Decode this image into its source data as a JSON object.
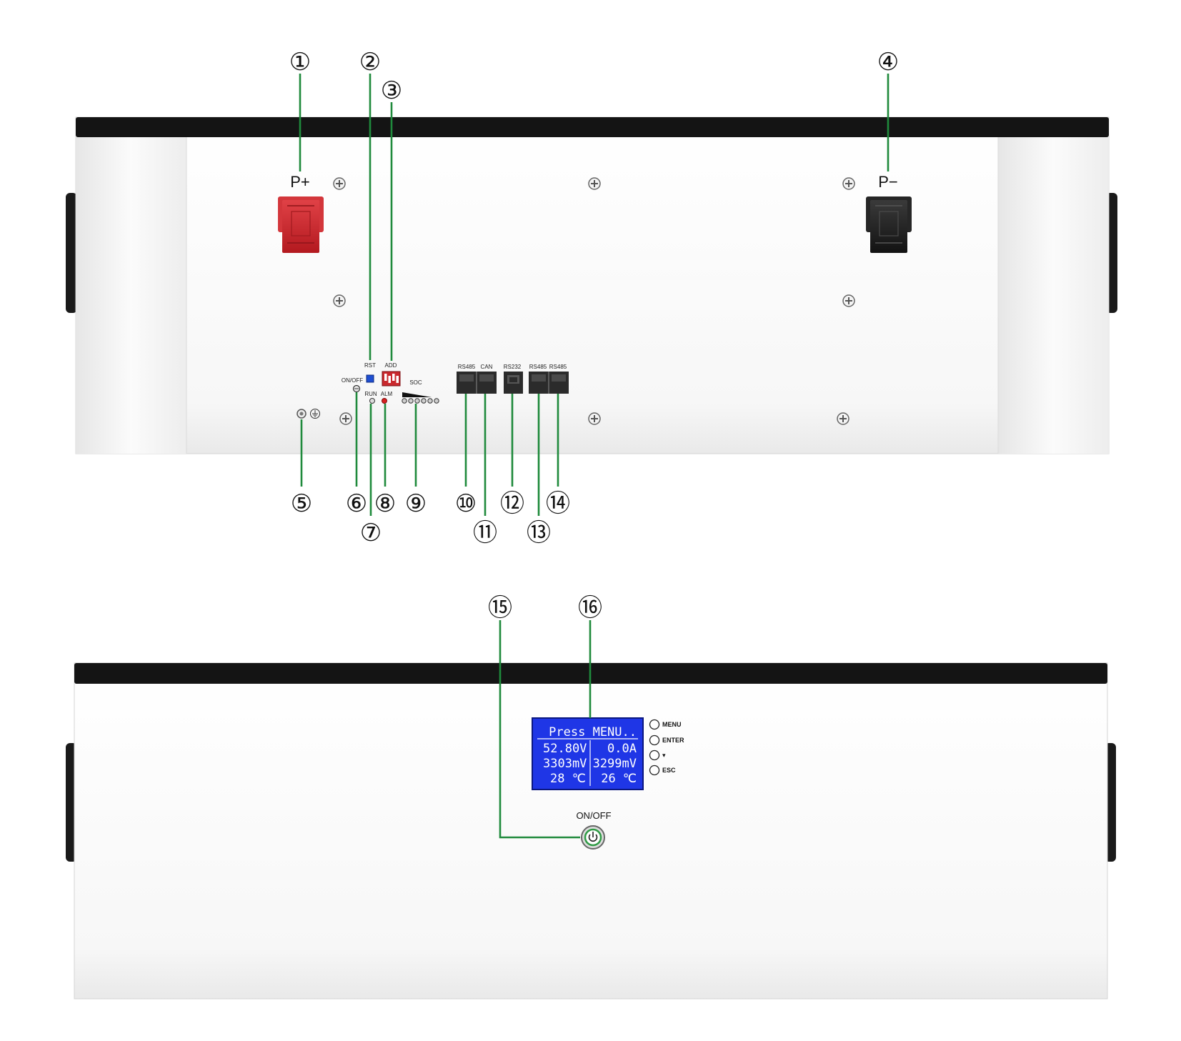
{
  "front_panel": {
    "terminals": {
      "positive_label": "P+",
      "negative_label": "P−"
    },
    "labels": {
      "rst": "RST",
      "add": "ADD",
      "on_off": "ON/OFF",
      "run": "RUN",
      "alm": "ALM",
      "soc": "SOC",
      "rs485_a": "RS485",
      "can": "CAN",
      "rs232": "RS232",
      "rs485_b": "RS485",
      "rs485_c": "RS485"
    },
    "icons": {
      "ground": "ground-icon"
    }
  },
  "display_panel": {
    "lcd": {
      "line1": "Press MENU..",
      "rows": [
        {
          "left": "52.80V",
          "right": "0.0A"
        },
        {
          "left": "3303mV",
          "right": "3299mV"
        },
        {
          "left": "28 ℃",
          "right": "26 ℃"
        }
      ]
    },
    "buttons": [
      "MENU",
      "ENTER",
      "▾",
      "ESC"
    ],
    "power_label": "ON/OFF",
    "icons": {
      "power": "power-icon"
    }
  },
  "callouts": [
    "①",
    "②",
    "③",
    "④",
    "⑤",
    "⑥",
    "⑦",
    "⑧",
    "⑨",
    "⑩",
    "⑪",
    "⑫",
    "⑬",
    "⑭",
    "⑮",
    "⑯"
  ],
  "colors": {
    "leader": "#1f8a3c",
    "positive_terminal": "#c9282d",
    "negative_terminal": "#1e1e1e",
    "lcd_background": "#1f36e6",
    "alarm_led": "#d92020",
    "rst_button": "#1f4fd1",
    "dip_switch": "#c9282d"
  }
}
